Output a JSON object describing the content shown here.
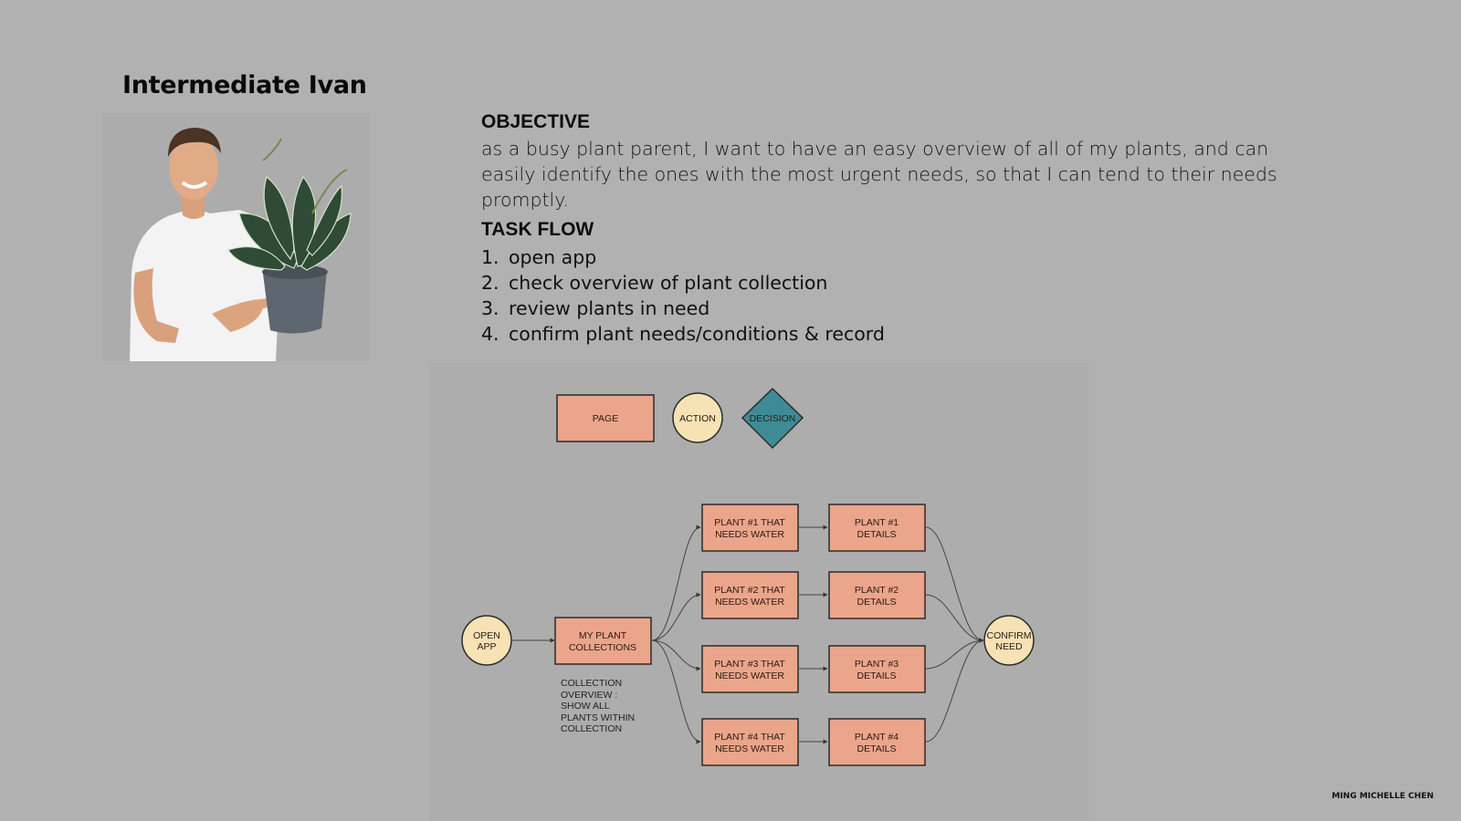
{
  "persona": {
    "name": "Intermediate Ivan"
  },
  "objective": {
    "title": "OBJECTIVE",
    "text": "as a busy plant parent, I want to have an easy overview of all of my plants, and can easily identify the ones with the most urgent needs, so that I can tend to their needs promptly."
  },
  "task_flow": {
    "title": "TASK FLOW",
    "steps": [
      {
        "num": "1.",
        "text": "open app"
      },
      {
        "num": "2.",
        "text": "check overview of plant collection"
      },
      {
        "num": "3.",
        "text": "review plants in need"
      },
      {
        "num": "4.",
        "text": "confirm plant needs/conditions & record"
      }
    ]
  },
  "legend": {
    "page": "PAGE",
    "action": "ACTION",
    "decision": "DECISION"
  },
  "flow": {
    "open_app": [
      "OPEN",
      "APP"
    ],
    "collections": [
      "MY PLANT",
      "COLLECTIONS"
    ],
    "collection_note": [
      "COLLECTION",
      "OVERVIEW :",
      "SHOW ALL",
      "PLANTS WITHIN",
      "COLLECTION"
    ],
    "needs_water": [
      [
        "PLANT #1 THAT",
        "NEEDS WATER"
      ],
      [
        "PLANT #2 THAT",
        "NEEDS WATER"
      ],
      [
        "PLANT #3 THAT",
        "NEEDS WATER"
      ],
      [
        "PLANT #4 THAT",
        "NEEDS WATER"
      ]
    ],
    "details": [
      [
        "PLANT #1",
        "DETAILS"
      ],
      [
        "PLANT #2",
        "DETAILS"
      ],
      [
        "PLANT #3",
        "DETAILS"
      ],
      [
        "PLANT #4",
        "DETAILS"
      ]
    ],
    "confirm": [
      "CONFIRM",
      "NEED"
    ]
  },
  "colors": {
    "page_fill": "#eba58a",
    "action_fill": "#f6e2b4",
    "decision_fill": "#3e8b96"
  },
  "footer": {
    "author": "MING MICHELLE CHEN"
  }
}
